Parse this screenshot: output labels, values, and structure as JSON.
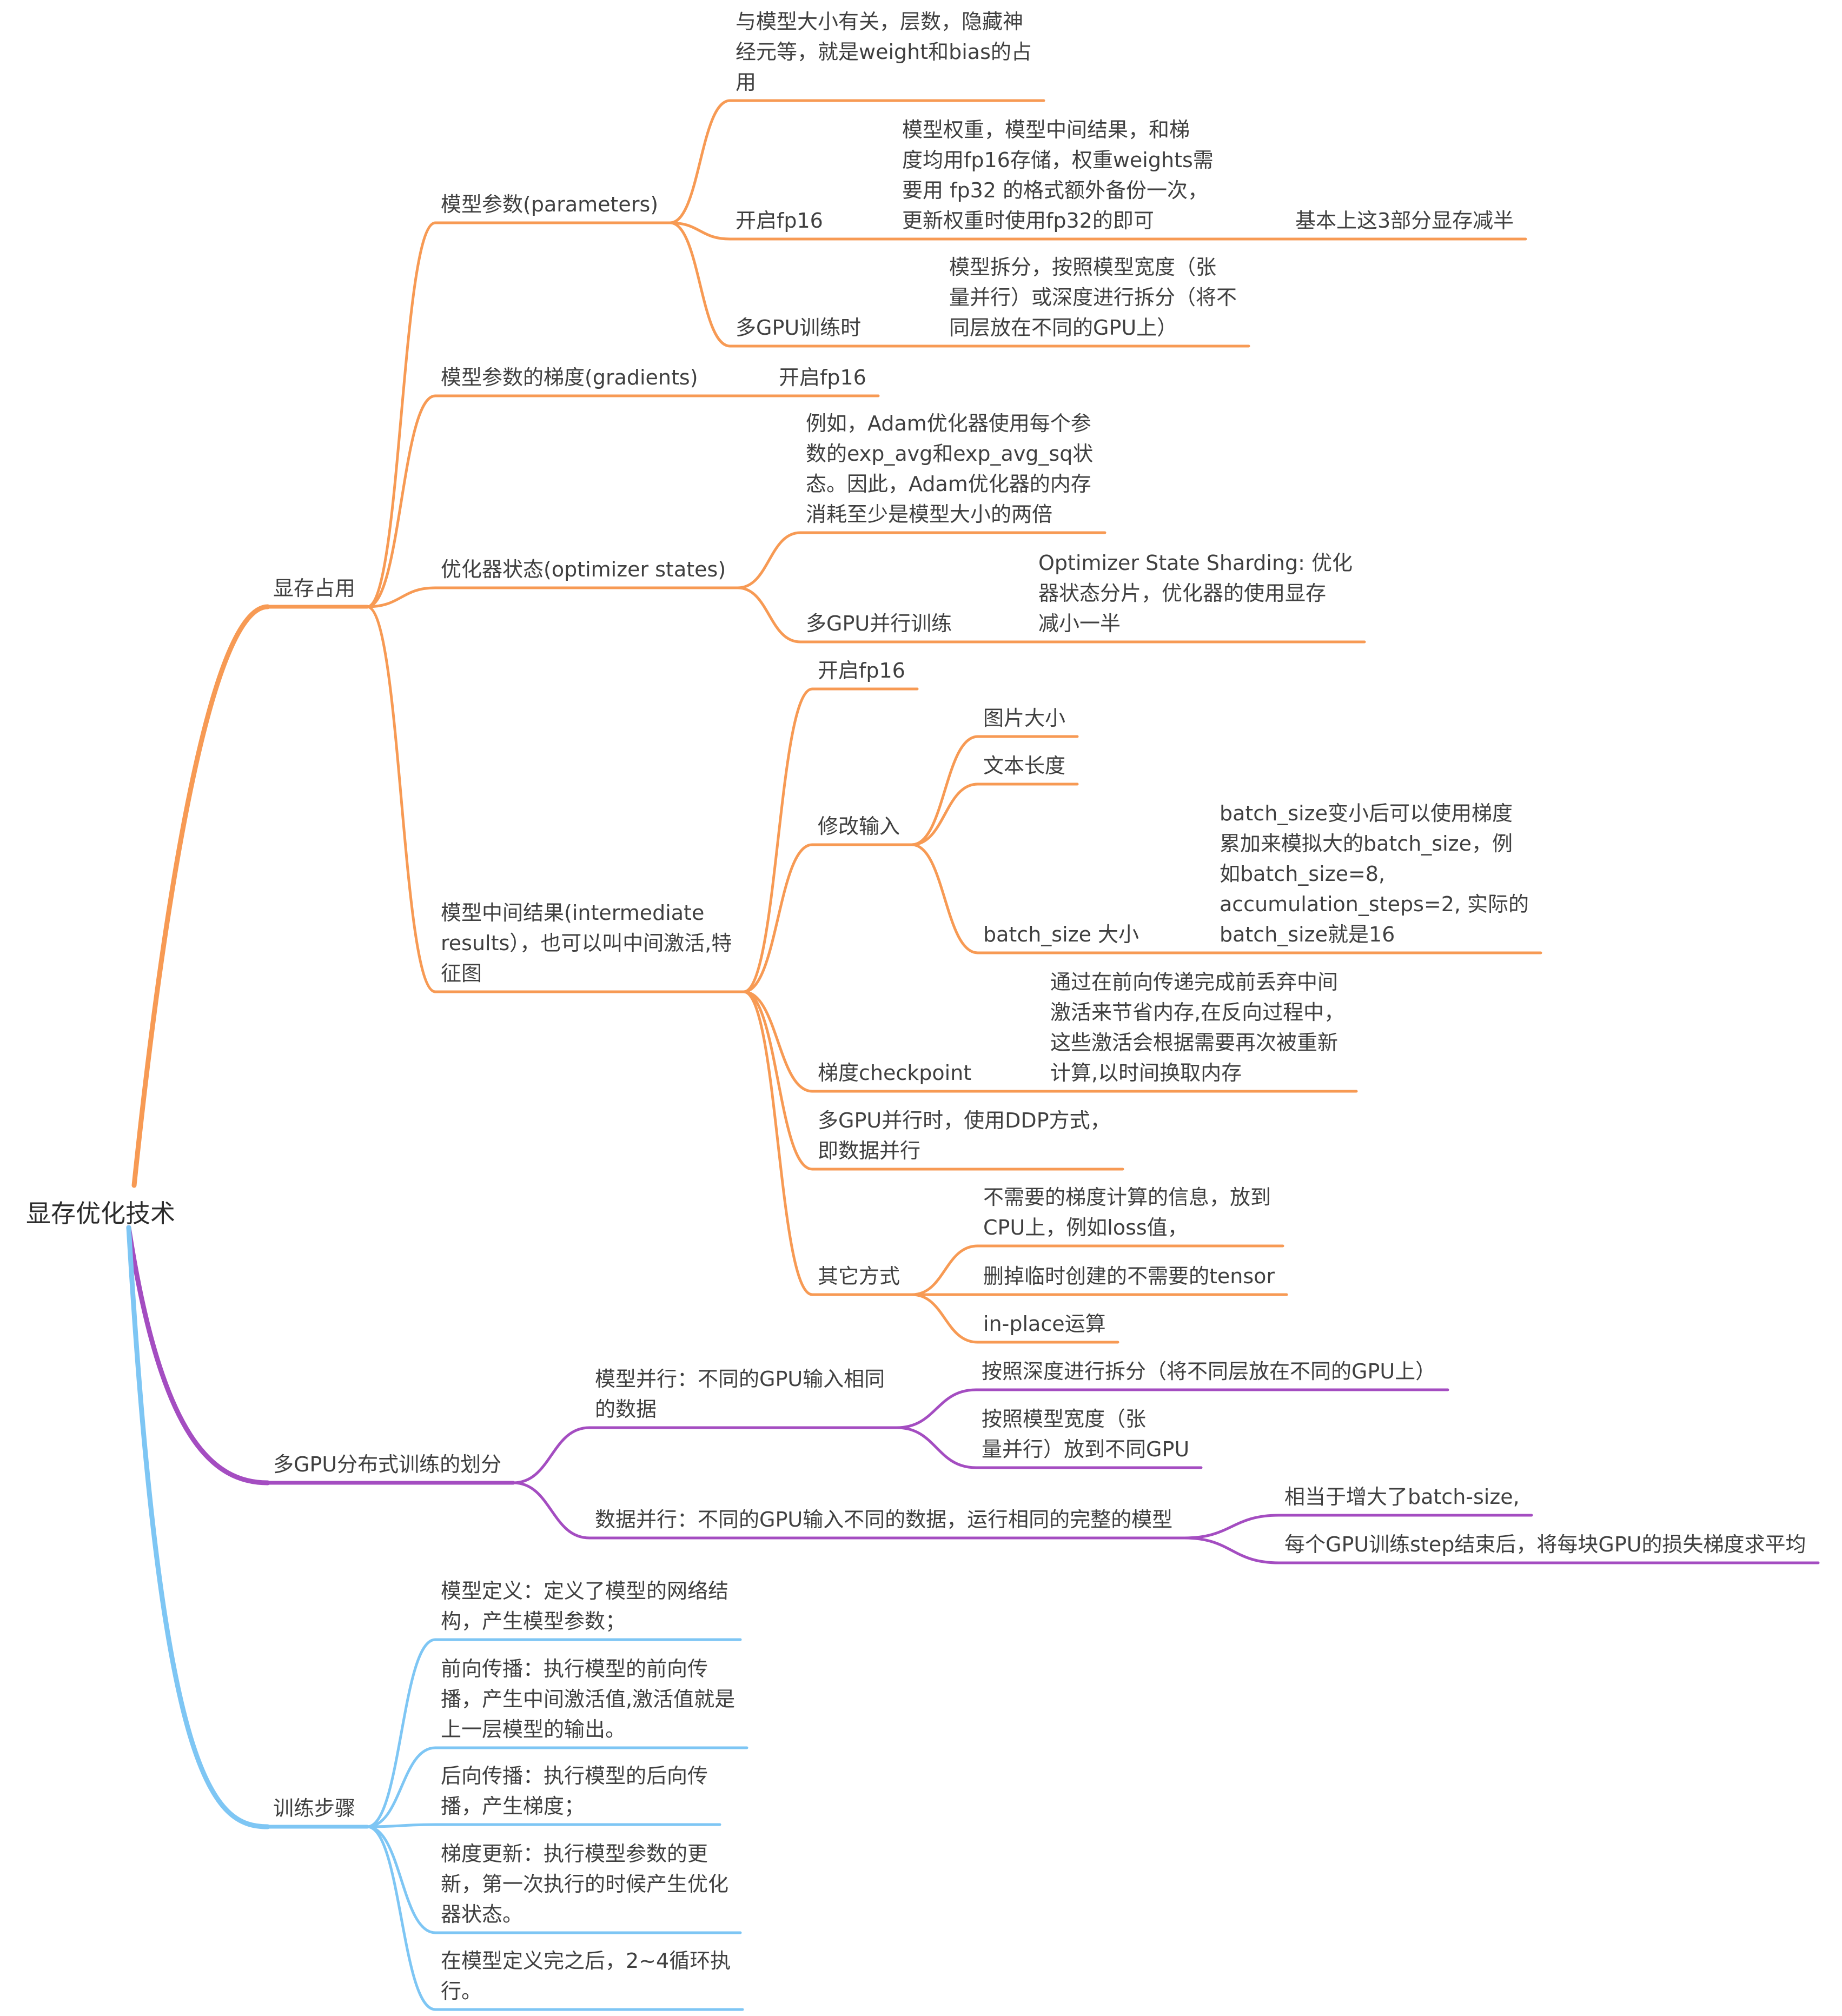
{
  "root": {
    "label": "显存优化技术"
  },
  "branches": [
    {
      "id": "mem",
      "label": "显存占用",
      "color": "#F79A54",
      "children": [
        {
          "id": "params",
          "label": "模型参数(parameters)",
          "children": [
            {
              "id": "params-size",
              "label": "与模型大小有关，层数，隐藏神\n经元等，就是weight和bias的占\n用"
            },
            {
              "id": "params-fp16",
              "label": "开启fp16",
              "children": [
                {
                  "id": "params-fp16-desc",
                  "label": "模型权重，模型中间结果，和梯\n度均用fp16存储，权重weights需\n要用 fp32 的格式额外备份一次，\n更新权重时使用fp32的即可",
                  "children": [
                    {
                      "id": "params-fp16-half",
                      "label": "基本上这3部分显存减半"
                    }
                  ]
                }
              ]
            },
            {
              "id": "params-multigpu",
              "label": "多GPU训练时",
              "children": [
                {
                  "id": "params-multigpu-desc",
                  "label": "模型拆分，按照模型宽度（张\n量并行）或深度进行拆分（将不\n同层放在不同的GPU上）"
                }
              ]
            }
          ]
        },
        {
          "id": "grads",
          "label": "模型参数的梯度(gradients)",
          "children": [
            {
              "id": "grads-fp16",
              "label": "开启fp16"
            }
          ]
        },
        {
          "id": "optim",
          "label": "优化器状态(optimizer states)",
          "children": [
            {
              "id": "optim-adam",
              "label": "例如，Adam优化器使用每个参\n数的exp_avg和exp_avg_sq状\n态。因此，Adam优化器的内存\n消耗至少是模型大小的两倍"
            },
            {
              "id": "optim-multigpu",
              "label": "多GPU并行训练",
              "children": [
                {
                  "id": "optim-sharding",
                  "label": "Optimizer State Sharding: 优化\n器状态分片，优化器的使用显存\n减小一半"
                }
              ]
            }
          ]
        },
        {
          "id": "inter",
          "label": "模型中间结果(intermediate\nresults），也可以叫中间激活,特\n征图",
          "children": [
            {
              "id": "inter-fp16",
              "label": "开启fp16"
            },
            {
              "id": "inter-input",
              "label": "修改输入",
              "children": [
                {
                  "id": "inter-img",
                  "label": "图片大小"
                },
                {
                  "id": "inter-text",
                  "label": "文本长度"
                },
                {
                  "id": "inter-batch",
                  "label": "batch_size 大小",
                  "children": [
                    {
                      "id": "inter-batch-desc",
                      "label": "batch_size变小后可以使用梯度\n累加来模拟大的batch_size，例\n如batch_size=8,\naccumulation_steps=2, 实际的\nbatch_size就是16"
                    }
                  ]
                }
              ]
            },
            {
              "id": "inter-ckpt",
              "label": "梯度checkpoint",
              "children": [
                {
                  "id": "inter-ckpt-desc",
                  "label": "通过在前向传递完成前丢弃中间\n激活来节省内存,在反向过程中，\n这些激活会根据需要再次被重新\n计算,以时间换取内存"
                }
              ]
            },
            {
              "id": "inter-ddp",
              "label": "多GPU并行时，使用DDP方式，\n即数据并行"
            },
            {
              "id": "inter-other",
              "label": "其它方式",
              "children": [
                {
                  "id": "inter-other-cpu",
                  "label": "不需要的梯度计算的信息，放到\nCPU上，例如loss值，"
                },
                {
                  "id": "inter-other-tensor",
                  "label": "删掉临时创建的不需要的tensor"
                },
                {
                  "id": "inter-other-inplace",
                  "label": "in-place运算"
                }
              ]
            }
          ]
        }
      ]
    },
    {
      "id": "dist",
      "label": "多GPU分布式训练的划分",
      "color": "#A44DC1",
      "children": [
        {
          "id": "dist-model",
          "label": "模型并行：不同的GPU输入相同\n的数据",
          "children": [
            {
              "id": "dist-depth",
              "label": "按照深度进行拆分（将不同层放在不同的GPU上）"
            },
            {
              "id": "dist-width",
              "label": "按照模型宽度（张\n量并行）放到不同GPU"
            }
          ]
        },
        {
          "id": "dist-data",
          "label": "数据并行：不同的GPU输入不同的数据，运行相同的完整的模型",
          "children": [
            {
              "id": "dist-batch",
              "label": "相当于增大了batch-size,"
            },
            {
              "id": "dist-avg",
              "label": "每个GPU训练step结束后，将每块GPU的损失梯度求平均"
            }
          ]
        }
      ]
    },
    {
      "id": "train",
      "label": "训练步骤",
      "color": "#7EC6F4",
      "children": [
        {
          "id": "train-def",
          "label": "模型定义：定义了模型的网络结\n构，产生模型参数；"
        },
        {
          "id": "train-fwd",
          "label": "前向传播：执行模型的前向传\n播，产生中间激活值,激活值就是\n上一层模型的输出。"
        },
        {
          "id": "train-bwd",
          "label": "后向传播：执行模型的后向传\n播，产生梯度；"
        },
        {
          "id": "train-upd",
          "label": "梯度更新：执行模型参数的更\n新，第一次执行的时候产生优化\n器状态。"
        },
        {
          "id": "train-loop",
          "label": "在模型定义完之后，2~4循环执\n行。"
        }
      ]
    }
  ]
}
